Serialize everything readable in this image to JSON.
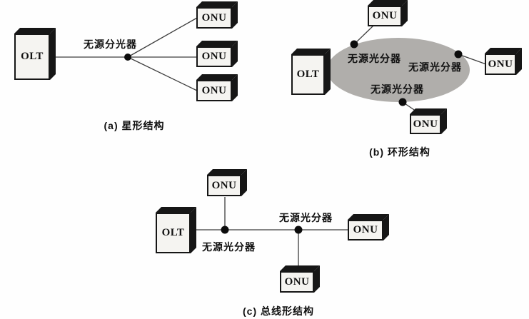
{
  "labels": {
    "olt": "OLT",
    "onu": "ONU"
  },
  "star": {
    "caption": "(a) 星形结构",
    "splitter": "无源分光器",
    "onus": [
      "ONU",
      "ONU",
      "ONU"
    ]
  },
  "ring": {
    "caption": "(b) 环形结构",
    "splitters": [
      "无源光分器",
      "无源光分器",
      "无源光分器"
    ],
    "onus": [
      "ONU",
      "ONU",
      "ONU"
    ]
  },
  "bus": {
    "caption": "(c) 总线形结构",
    "splitters": [
      "无源光分器",
      "无源光分器"
    ],
    "onus": [
      "ONU",
      "ONU",
      "ONU"
    ]
  },
  "colors": {
    "ring_fill": "#b0aeab",
    "box_face": "#f5f4f1",
    "ink": "#161616",
    "line": "#3d3d3d"
  }
}
